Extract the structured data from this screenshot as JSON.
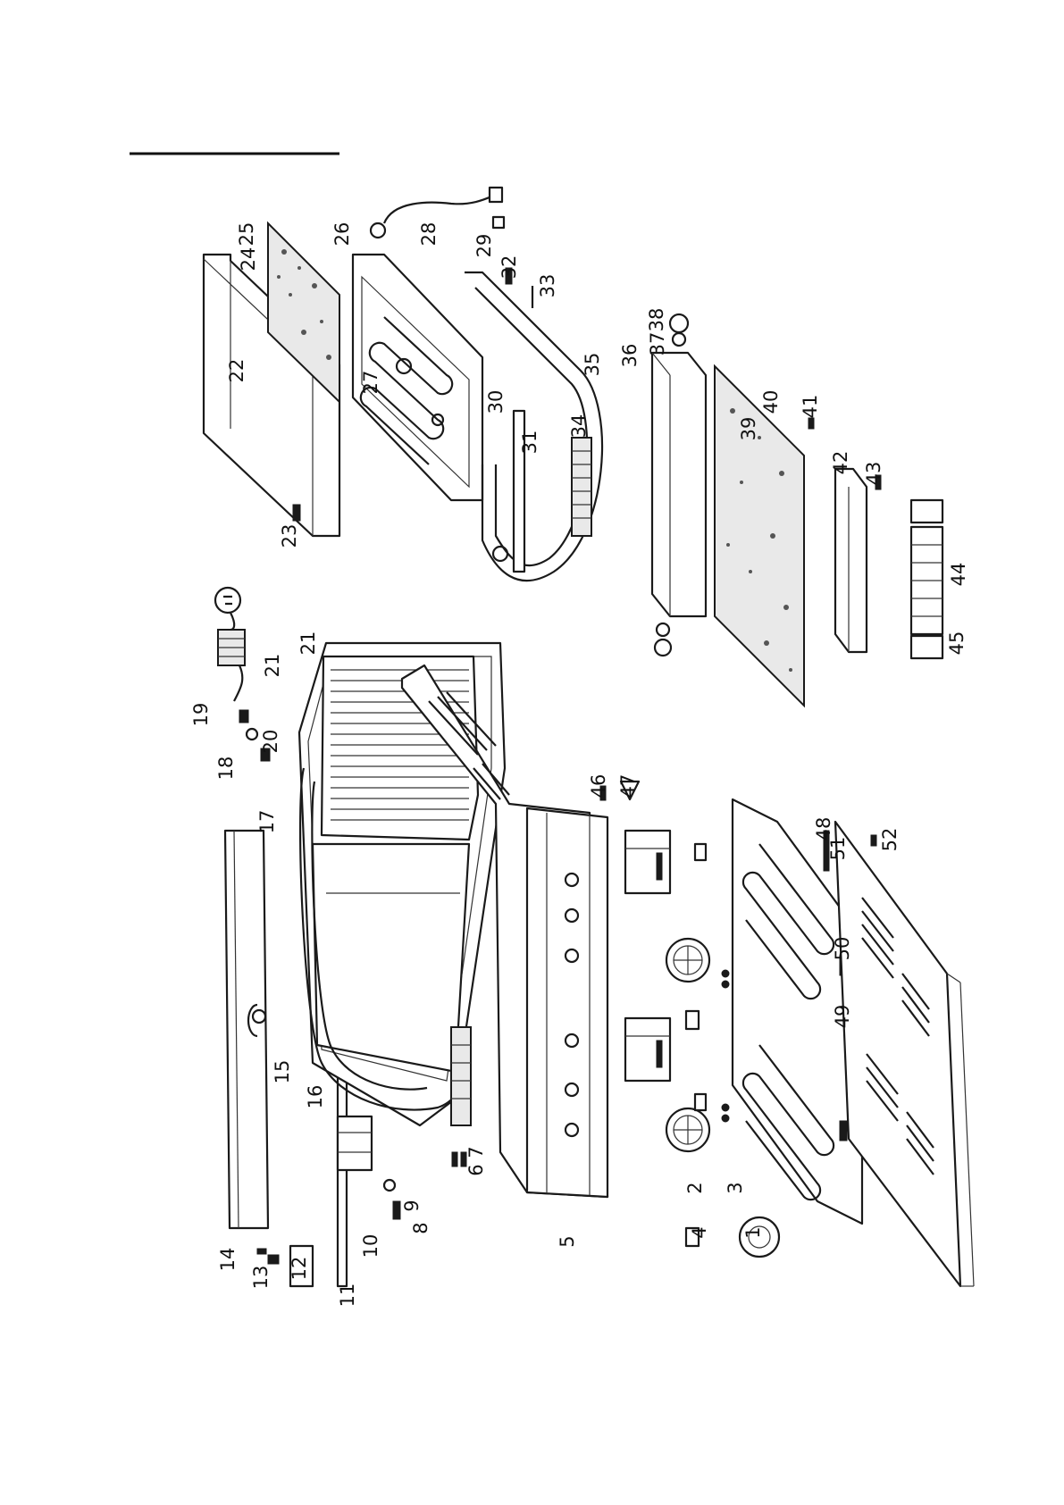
{
  "labels": [
    "1",
    "2",
    "3",
    "4",
    "5",
    "6",
    "7",
    "8",
    "9",
    "10",
    "11",
    "12",
    "13",
    "14",
    "15",
    "16",
    "17",
    "18",
    "19",
    "20",
    "21",
    "21",
    "22",
    "23",
    "24",
    "25",
    "26",
    "27",
    "28",
    "29",
    "30",
    "31",
    "32",
    "33",
    "34",
    "35",
    "36",
    "37",
    "38",
    "39",
    "40",
    "41",
    "42",
    "43",
    "44",
    "45",
    "46",
    "47",
    "48",
    "49",
    "50",
    "51",
    "52"
  ],
  "colors": {
    "line": "#1a1a1a",
    "background": "#ffffff"
  }
}
